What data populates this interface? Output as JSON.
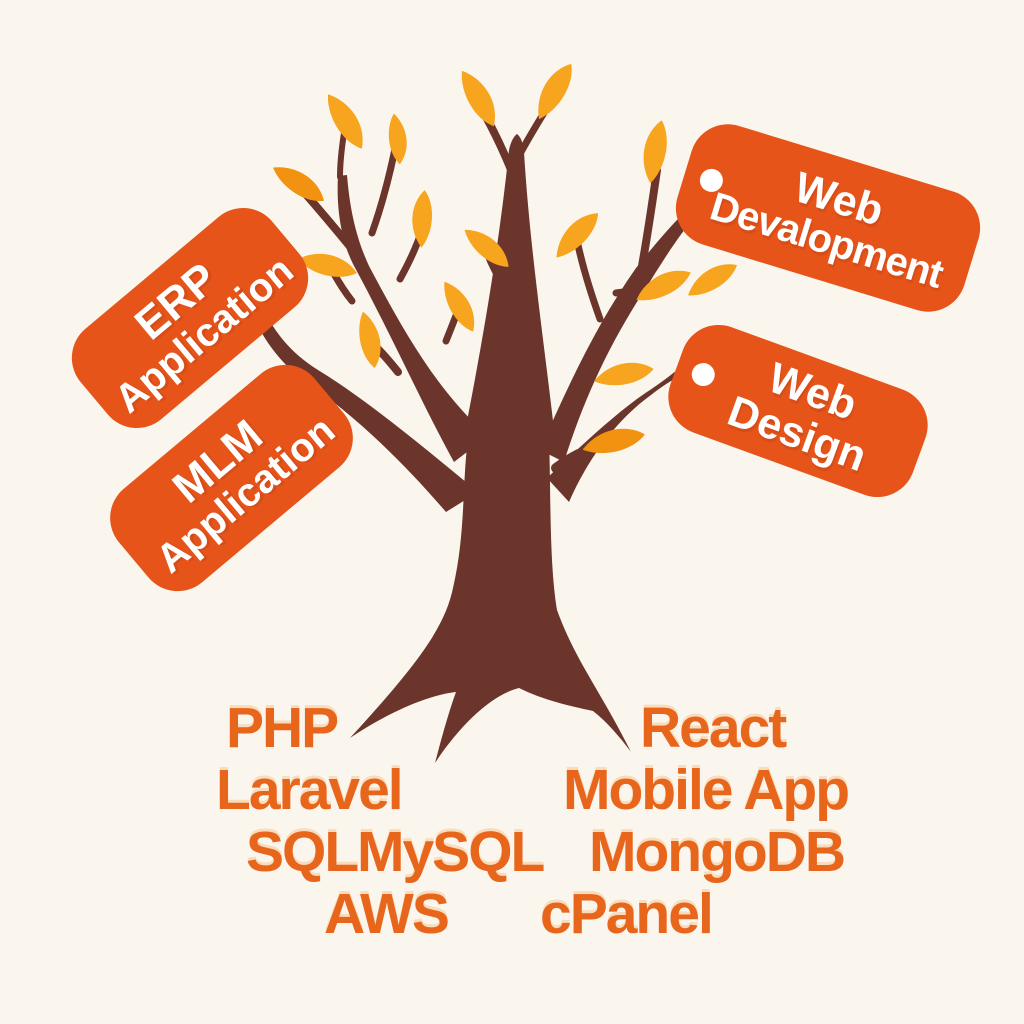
{
  "colors": {
    "background": "#FAF6ED",
    "tag_background": "#E6541A",
    "tag_text": "#FFFFFF",
    "tag_hole": "#FFFFFF",
    "trunk_brown": "#6B352C",
    "leaf_gold": "#F7A41E",
    "leaf_deep": "#F29211",
    "keyword_orange": "#E8651C"
  },
  "tags": [
    {
      "lines": [
        "ERP",
        "Application"
      ],
      "hole": false
    },
    {
      "lines": [
        "MLM",
        "Application"
      ],
      "hole": false
    },
    {
      "lines": [
        "Web",
        "Devalopment"
      ],
      "hole": true
    },
    {
      "lines": [
        "Web",
        "Design"
      ],
      "hole": true
    }
  ],
  "keywords": [
    "PHP",
    "React",
    "Laravel",
    "Mobile App",
    "SQL",
    "MySQL",
    "MongoDB",
    "AWS",
    "cPanel"
  ]
}
